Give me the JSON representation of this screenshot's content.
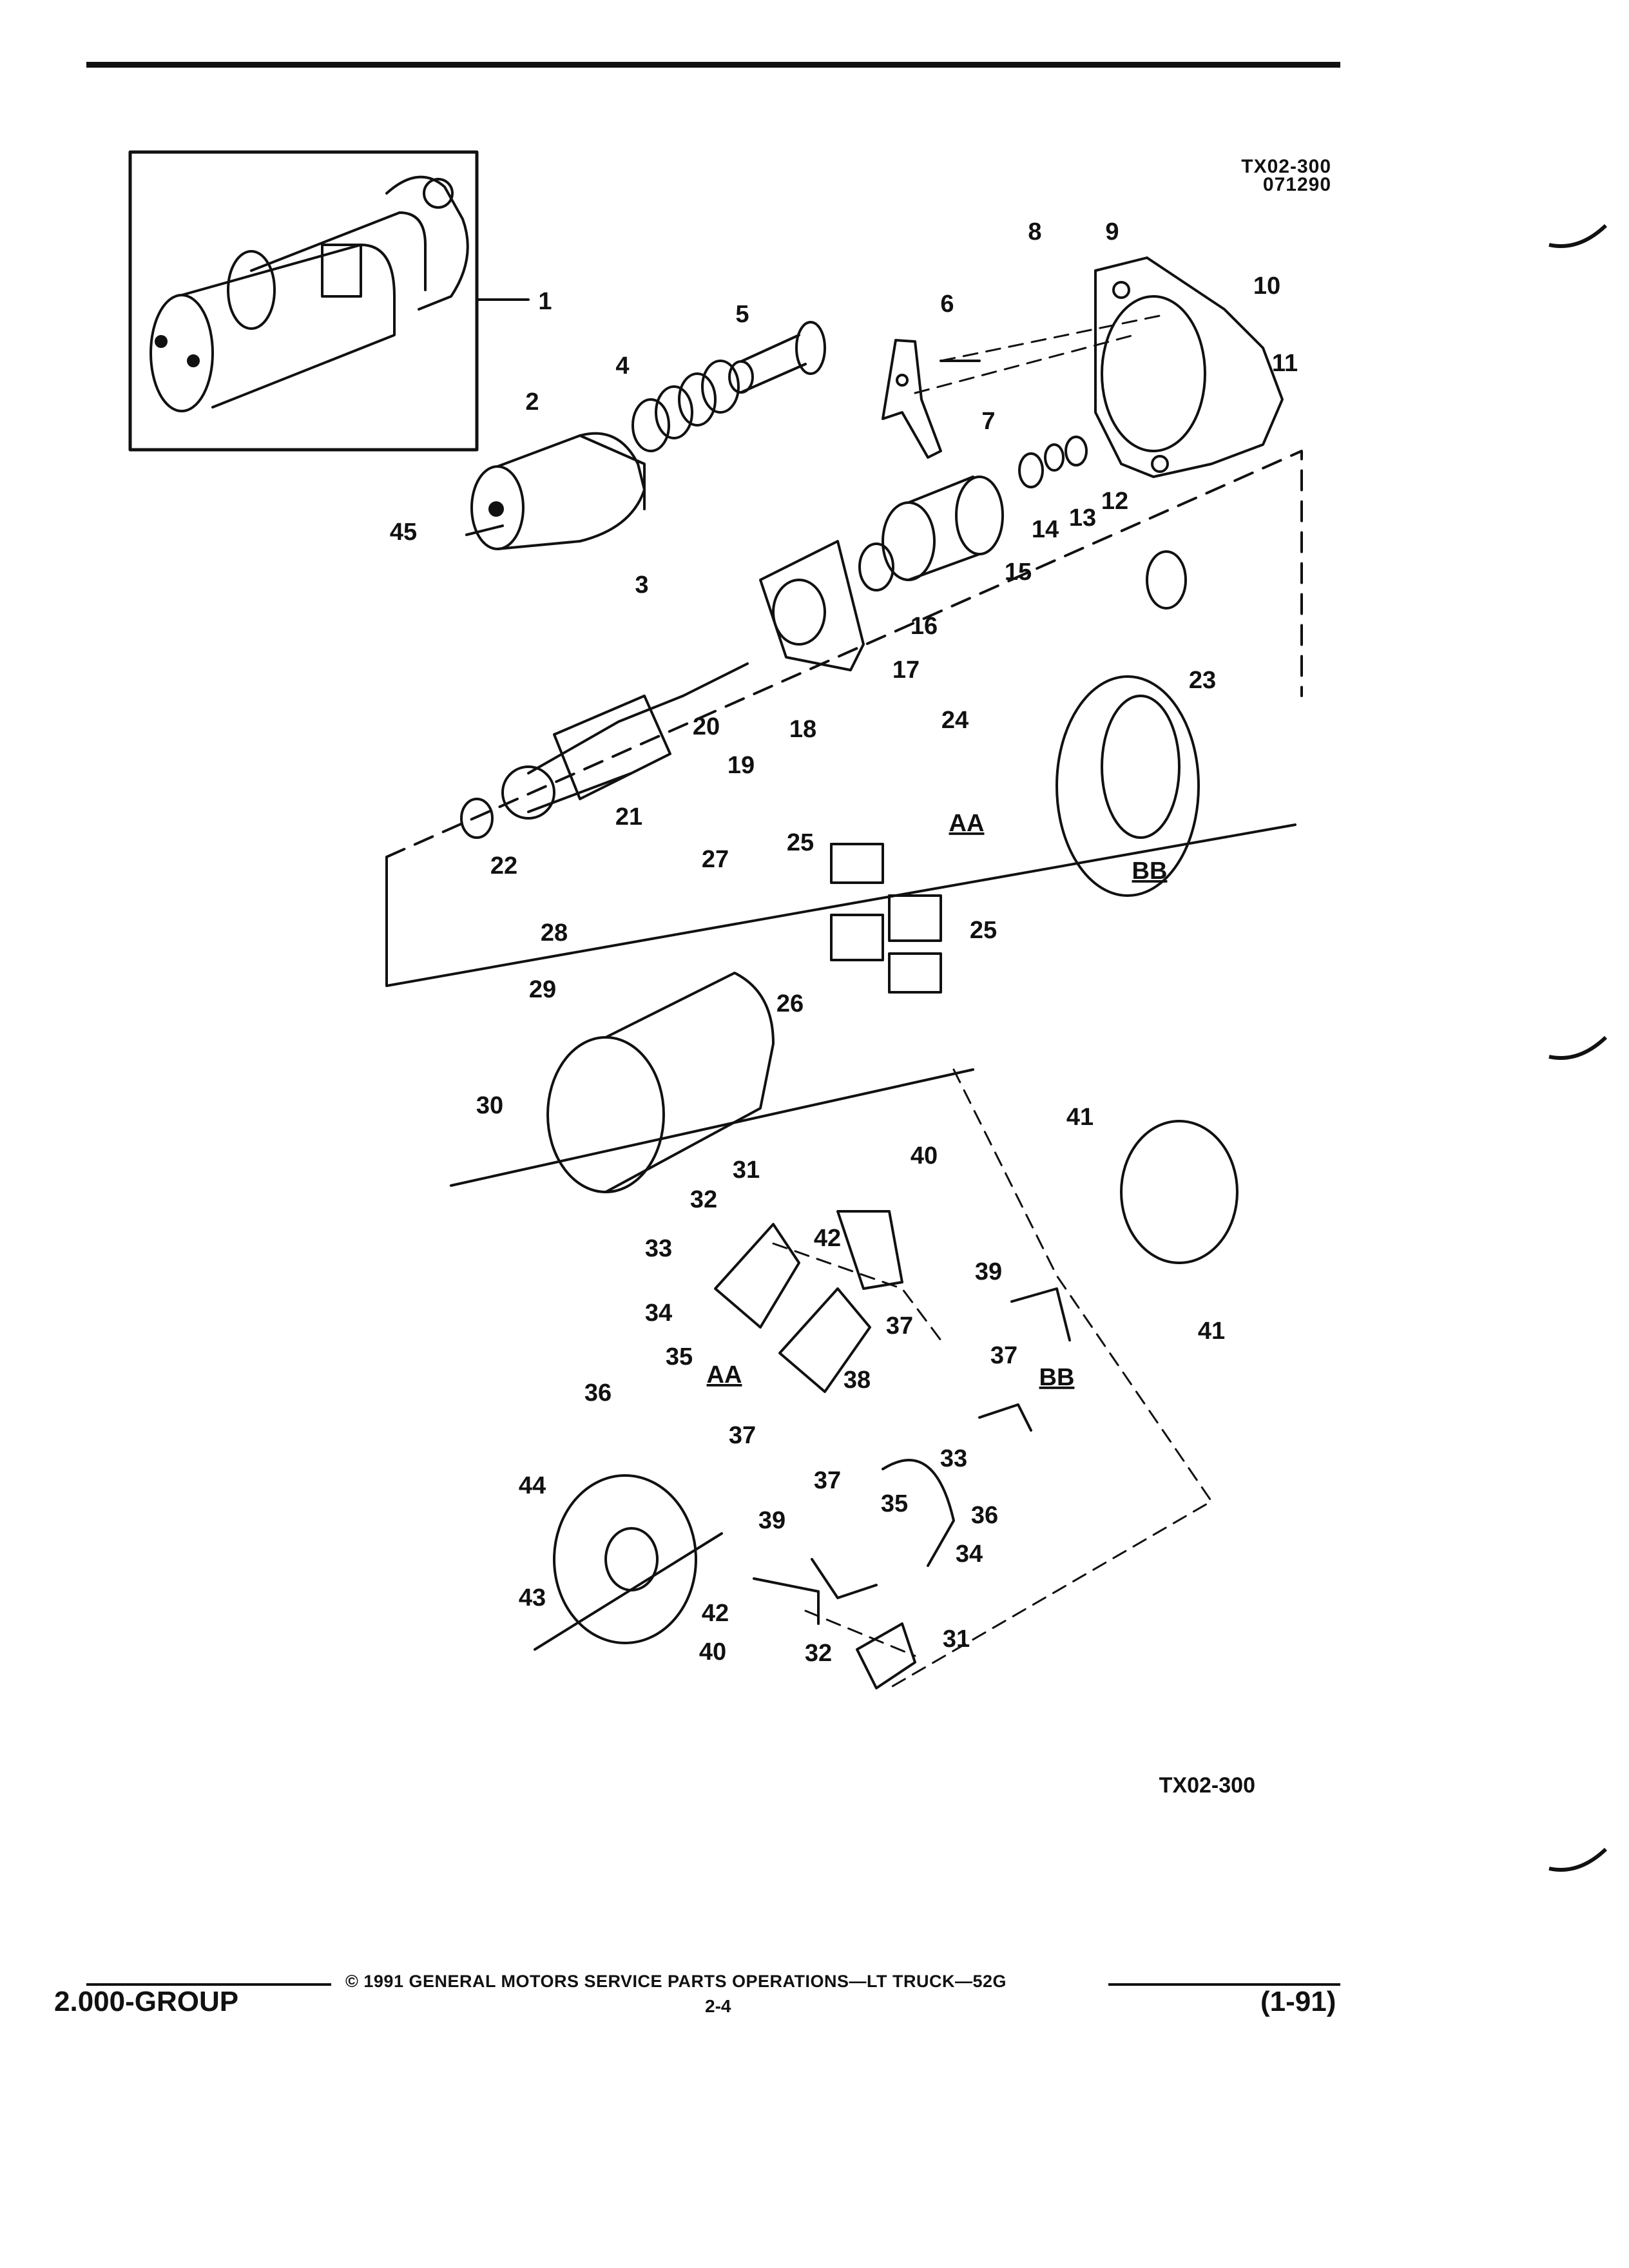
{
  "header": {
    "figure_code": "TX02-300",
    "date_code": "071290"
  },
  "figure": {
    "bottom_code": "TX02-300",
    "callouts": [
      "1",
      "2",
      "3",
      "4",
      "5",
      "6",
      "7",
      "8",
      "9",
      "10",
      "11",
      "12",
      "13",
      "14",
      "15",
      "16",
      "17",
      "18",
      "19",
      "20",
      "21",
      "22",
      "23",
      "24",
      "25",
      "26",
      "27",
      "28",
      "29",
      "30",
      "31",
      "32",
      "33",
      "34",
      "35",
      "36",
      "37",
      "38",
      "39",
      "40",
      "41",
      "42",
      "43",
      "44",
      "45",
      "AA",
      "BB"
    ]
  },
  "footer": {
    "group": "2.000-GROUP",
    "copyright": "© 1991 GENERAL MOTORS SERVICE PARTS OPERATIONS—LT TRUCK—52G",
    "page": "2-4",
    "revision": "(1-91)"
  }
}
